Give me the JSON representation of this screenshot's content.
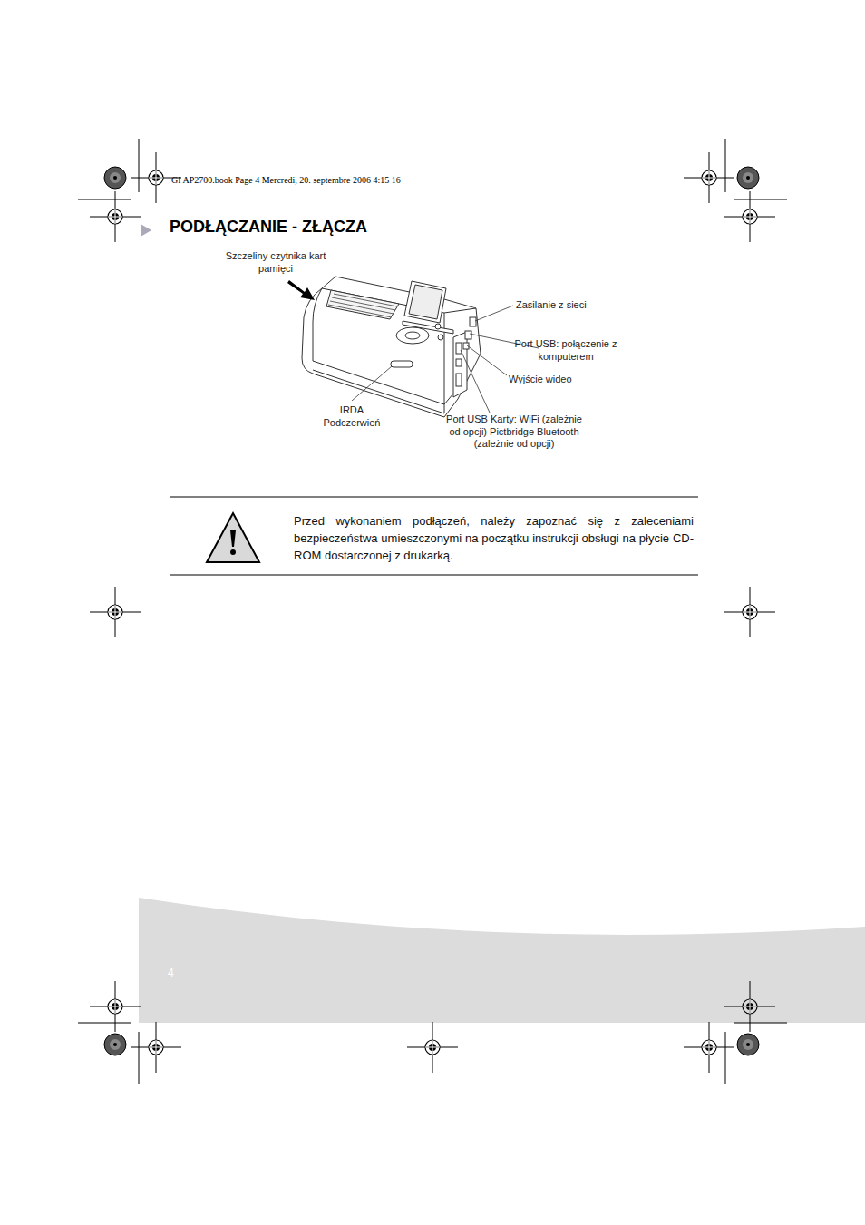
{
  "diagram": {
    "title": "PODŁĄCZANIE - ZŁĄCZA",
    "labels": [
      "GI AP2700.book Page 4 Mercredi, 20. septembre 2006 4:15 16",
      "Szczeliny czytnika kart pamięci",
      "Zasilanie z sieci",
      "Port USB: połączenie z komputerem",
      "Wyjście wideo",
      "IRDA Podczerwień",
      "Port USB Karty: WiFi (zależnie od opcji) Pictbridge Bluetooth (zależnie od opcji)",
      "Przed wykonaniem podłączeń, należy zapoznać się z zaleceniami bezpieczeństwa umieszczonymi na początku instrukcji obsługi na płycie CD-ROM dostarczonej z drukarką.",
      "4"
    ]
  }
}
